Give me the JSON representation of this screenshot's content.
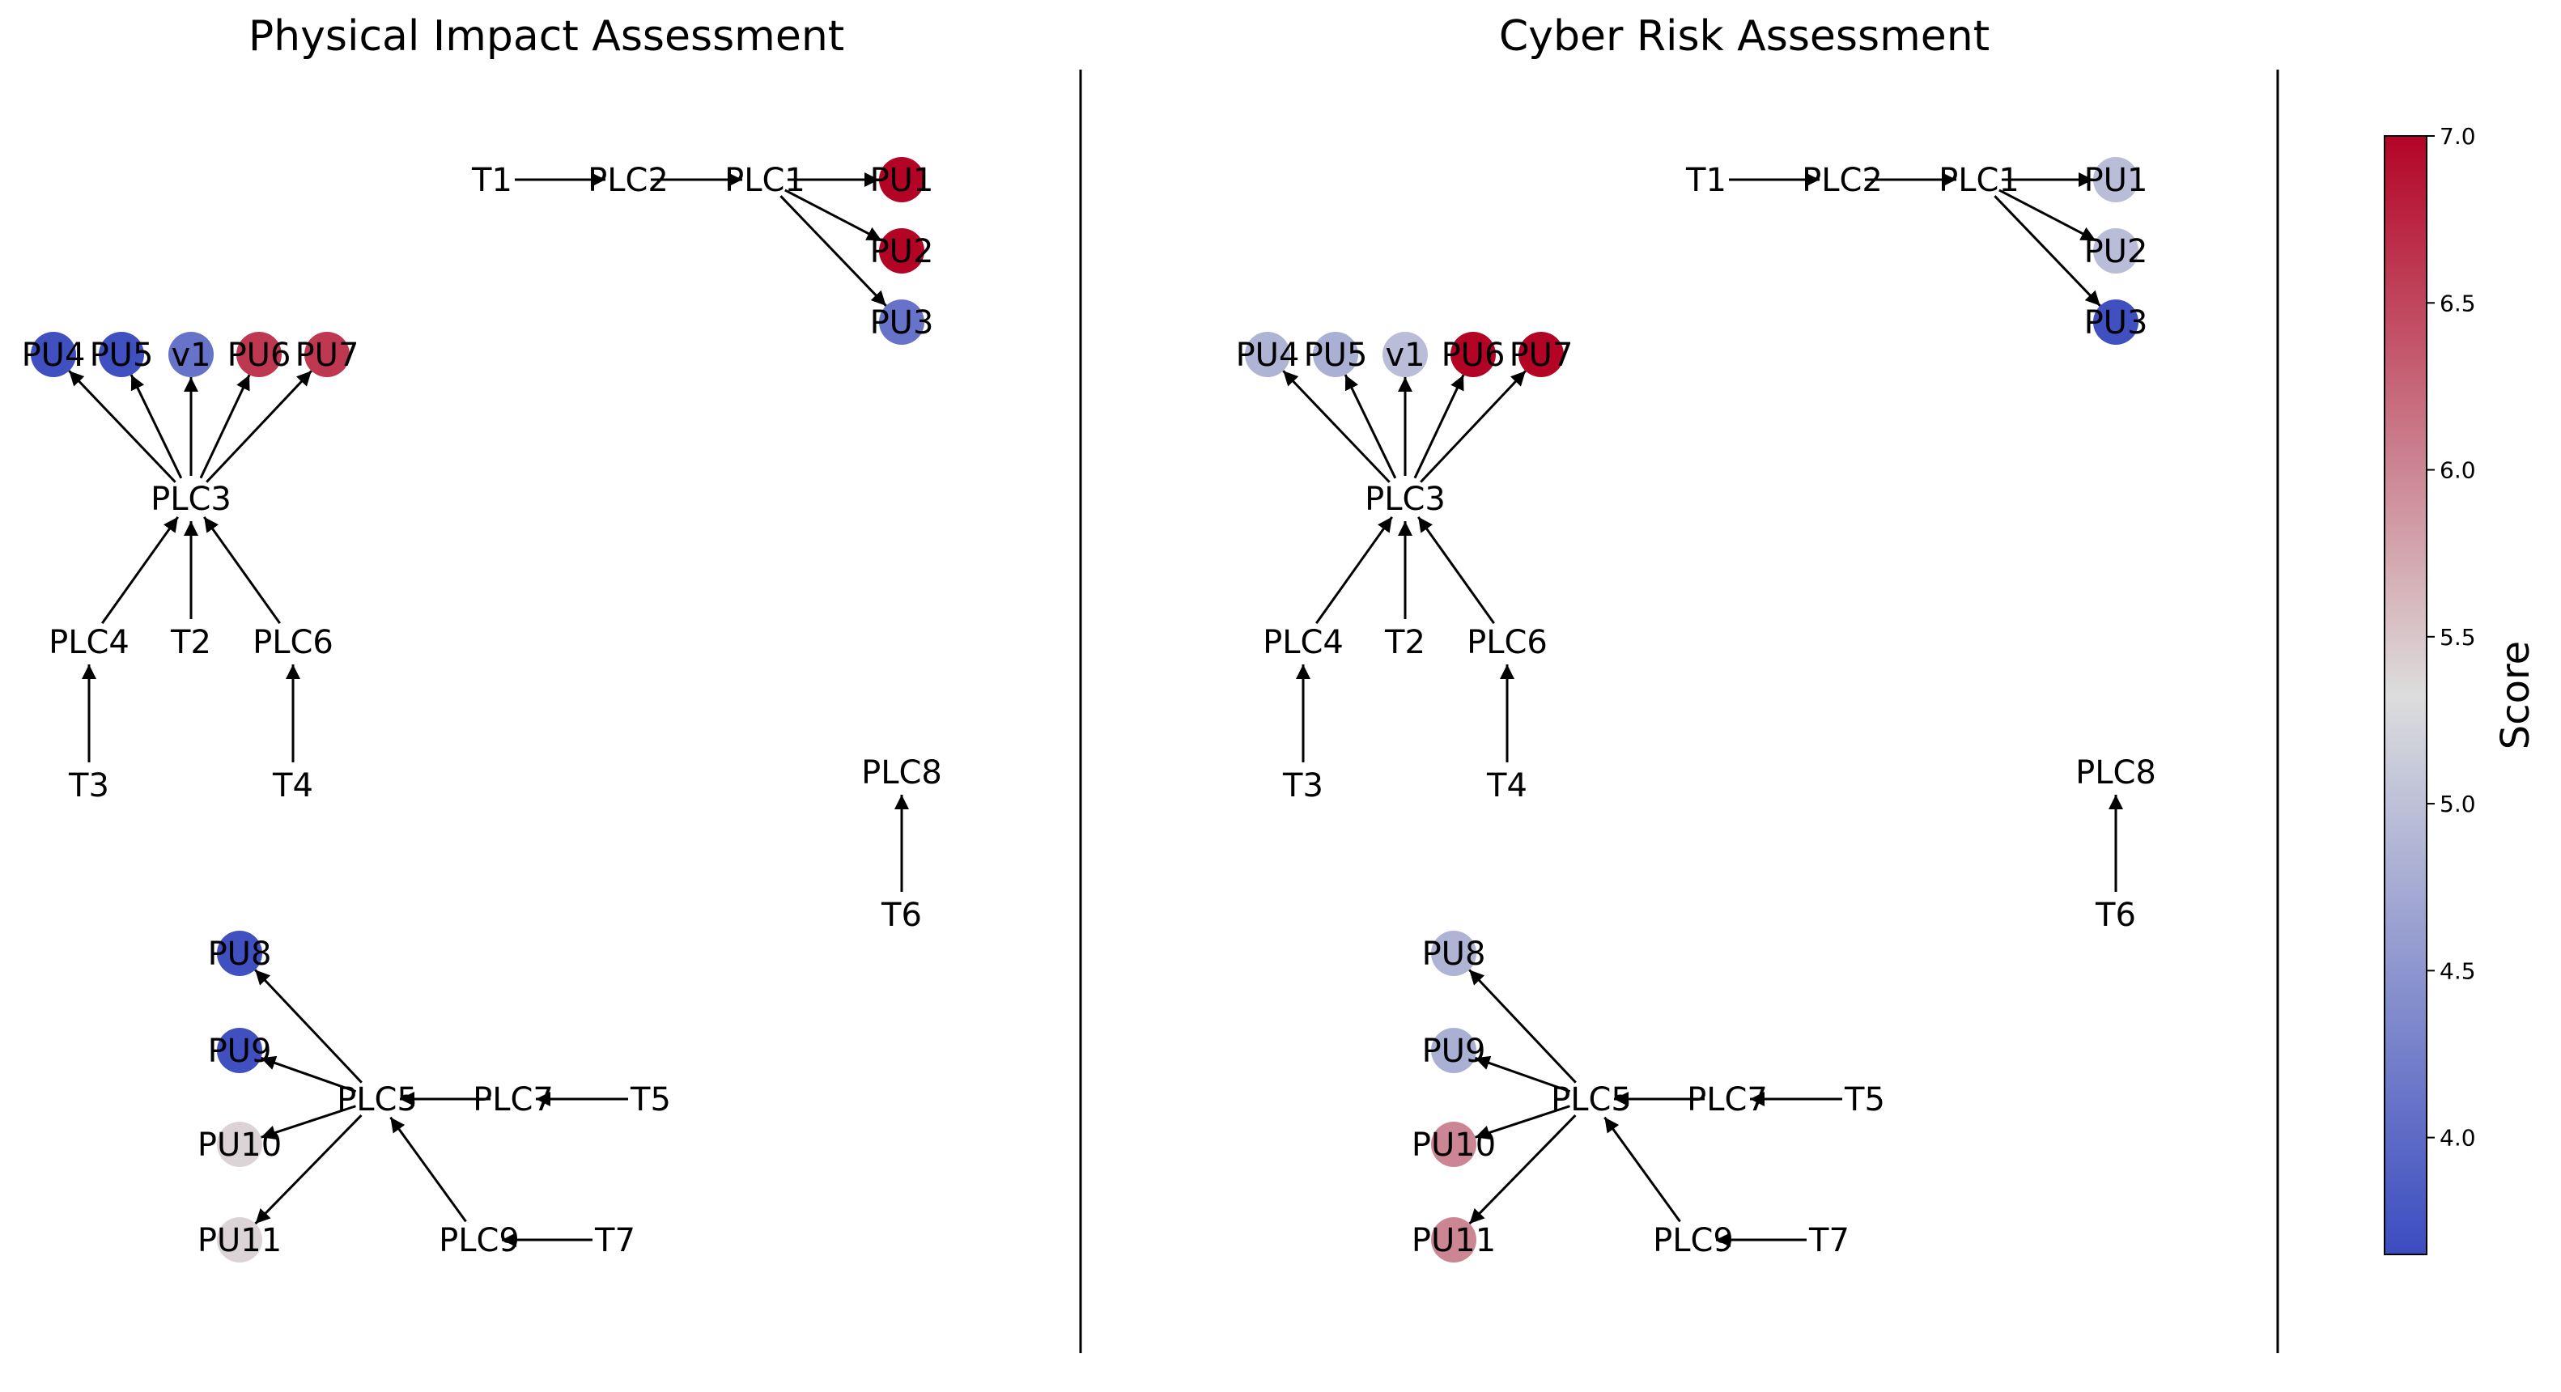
{
  "colors": {
    "low": "#3b4cc0",
    "mid": "#dddddd",
    "high": "#b40426",
    "edge": "#000000",
    "divider": "#000000"
  },
  "chart_data": {
    "type": "network",
    "colormap": "coolwarm",
    "colorbar": {
      "label": "Score",
      "min": 3.65,
      "max": 7.0,
      "ticks": [
        4.0,
        4.5,
        5.0,
        5.5,
        6.0,
        6.5,
        7.0
      ],
      "tick_labels": [
        "4.0",
        "4.5",
        "5.0",
        "5.5",
        "6.0",
        "6.5",
        "7.0"
      ],
      "placement": "right"
    },
    "edges": [
      [
        "T1",
        "PLC2"
      ],
      [
        "PLC2",
        "PLC1"
      ],
      [
        "PLC1",
        "PU1"
      ],
      [
        "PLC1",
        "PU2"
      ],
      [
        "PLC1",
        "PU3"
      ],
      [
        "PLC3",
        "PU4"
      ],
      [
        "PLC3",
        "PU5"
      ],
      [
        "PLC3",
        "v1"
      ],
      [
        "PLC3",
        "PU6"
      ],
      [
        "PLC3",
        "PU7"
      ],
      [
        "PLC4",
        "PLC3"
      ],
      [
        "T2",
        "PLC3"
      ],
      [
        "PLC6",
        "PLC3"
      ],
      [
        "T3",
        "PLC4"
      ],
      [
        "T4",
        "PLC6"
      ],
      [
        "T6",
        "PLC8"
      ],
      [
        "PLC5",
        "PU8"
      ],
      [
        "PLC5",
        "PU9"
      ],
      [
        "PLC5",
        "PU10"
      ],
      [
        "PLC5",
        "PU11"
      ],
      [
        "PLC7",
        "PLC5"
      ],
      [
        "T5",
        "PLC7"
      ],
      [
        "PLC9",
        "PLC5"
      ],
      [
        "T7",
        "PLC9"
      ]
    ],
    "nodes": [
      {
        "id": "T1"
      },
      {
        "id": "PLC2"
      },
      {
        "id": "PLC1"
      },
      {
        "id": "PU1"
      },
      {
        "id": "PU2"
      },
      {
        "id": "PU3"
      },
      {
        "id": "PU4"
      },
      {
        "id": "PU5"
      },
      {
        "id": "v1"
      },
      {
        "id": "PU6"
      },
      {
        "id": "PU7"
      },
      {
        "id": "PLC3"
      },
      {
        "id": "PLC4"
      },
      {
        "id": "T2"
      },
      {
        "id": "PLC6"
      },
      {
        "id": "T3"
      },
      {
        "id": "T4"
      },
      {
        "id": "PLC8"
      },
      {
        "id": "T6"
      },
      {
        "id": "PU8"
      },
      {
        "id": "PU9"
      },
      {
        "id": "PLC5"
      },
      {
        "id": "PLC7"
      },
      {
        "id": "T5"
      },
      {
        "id": "PU10"
      },
      {
        "id": "PU11"
      },
      {
        "id": "PLC9"
      },
      {
        "id": "T7"
      }
    ],
    "panels": [
      {
        "title": "Physical Impact Assessment",
        "scores": {
          "PU1": 7.0,
          "PU2": 7.0,
          "PU3": 4.1,
          "PU4": 3.7,
          "PU5": 3.7,
          "v1": 4.1,
          "PU6": 6.6,
          "PU7": 6.6,
          "PU8": 3.7,
          "PU9": 3.7,
          "PU10": 5.4,
          "PU11": 5.4
        }
      },
      {
        "title": "Cyber Risk Assessment",
        "scores": {
          "PU1": 4.95,
          "PU2": 4.95,
          "PU3": 3.7,
          "PU4": 4.85,
          "PU5": 4.8,
          "v1": 4.95,
          "PU6": 7.0,
          "PU7": 7.0,
          "PU8": 4.85,
          "PU9": 4.8,
          "PU10": 6.0,
          "PU11": 6.0
        }
      }
    ]
  }
}
